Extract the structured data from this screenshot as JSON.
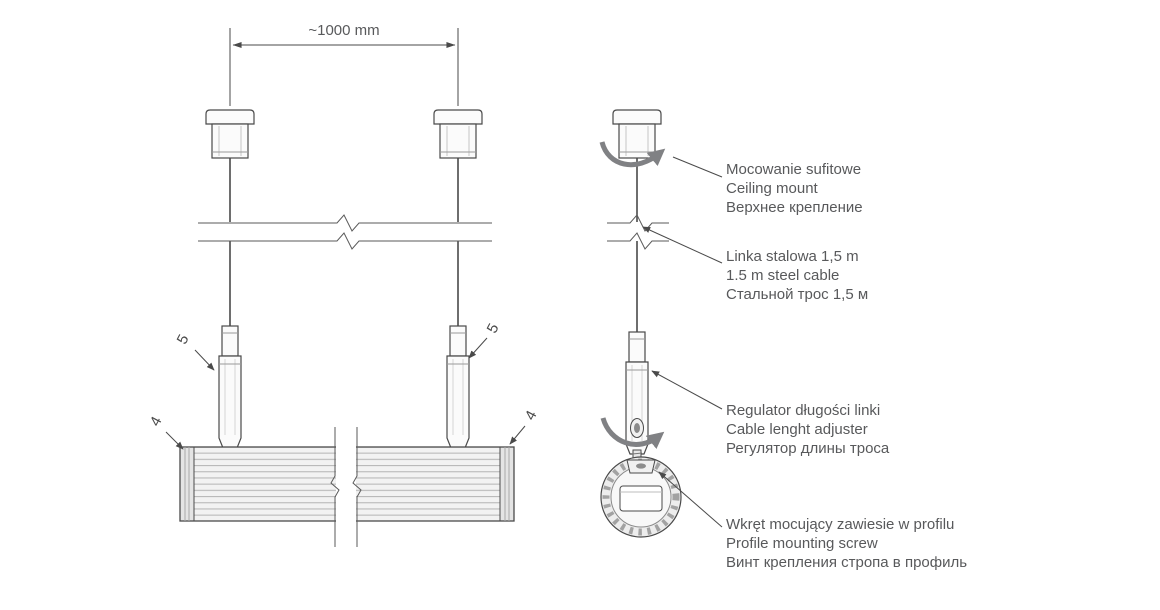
{
  "dimension": {
    "label": "~1000 mm"
  },
  "callouts": {
    "adjuster": "5",
    "profile": "4"
  },
  "labels": {
    "ceiling_mount": {
      "pl": "Mocowanie sufitowe",
      "en": "Ceiling mount",
      "ru": "Верхнее крепление"
    },
    "steel_cable": {
      "pl": "Linka stalowa 1,5 m",
      "en": "1.5 m steel cable",
      "ru": "Стальной трос 1,5 м"
    },
    "cable_adjuster": {
      "pl": "Regulator długości linki",
      "en": "Cable lenght adjuster",
      "ru": "Регулятор длины троса"
    },
    "mounting_screw": {
      "pl": "Wkręt mocujący zawiesie w profilu",
      "en": "Profile mounting screw",
      "ru": "Винт крепления стропа в профиль"
    }
  },
  "colors": {
    "line": "#4a4a4a",
    "text": "#58595b",
    "rotation_arrow": "#808184",
    "fill_light": "#f2f2f2"
  }
}
